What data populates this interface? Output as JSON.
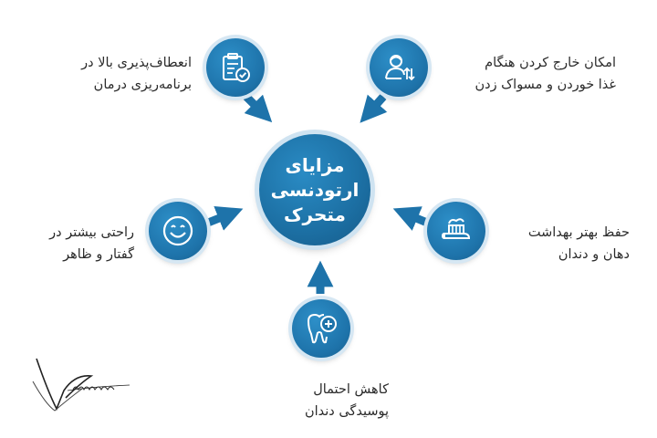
{
  "center": {
    "line1": "مزایای",
    "line2": "ارتودنسی",
    "line3": "متحرک"
  },
  "benefits": [
    {
      "icon": "clipboard-check-icon",
      "line1": "انعطاف‌پذیری بالا در",
      "line2": "برنامه‌ریزی درمان"
    },
    {
      "icon": "person-removal-icon",
      "line1": "امکان خارج کردن هنگام",
      "line2": "غذا خوردن و مسواک زدن"
    },
    {
      "icon": "smiley-face-icon",
      "line1": "راحتی بیشتر در",
      "line2": "گفتار و ظاهر"
    },
    {
      "icon": "toothbrush-icon",
      "line1": "حفظ بهتر بهداشت",
      "line2": "دهان و دندان"
    },
    {
      "icon": "tooth-plus-icon",
      "line1": "کاهش احتمال",
      "line2": "پوسیدگی دندان"
    }
  ],
  "colors": {
    "primary": "#1e73aa",
    "ring": "#d6e7f3",
    "text": "#2b2b2b"
  }
}
